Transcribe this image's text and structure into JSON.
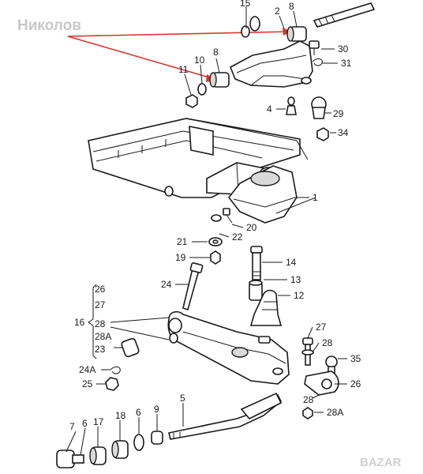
{
  "watermark": "Николов",
  "brand": "BAZAR",
  "colors": {
    "arrow": "#d6362e",
    "line": "#1a1a1a",
    "watermark": "#c8c8c8"
  },
  "labels": {
    "p15": "15",
    "p2": "2",
    "p8a": "8",
    "p30": "30",
    "p31": "31",
    "p11": "11",
    "p10": "10",
    "p8b": "8",
    "p4": "4",
    "p29": "29",
    "p34": "34",
    "p1": "1",
    "p20": "20",
    "p22": "22",
    "p21": "21",
    "p19": "19",
    "p14": "14",
    "p24": "24",
    "p13": "13",
    "p12": "12",
    "p26a": "26",
    "p27a": "27",
    "p16": "16",
    "p28a": "28",
    "p28Aa": "28A",
    "p23": "23",
    "p24A": "24A",
    "p25": "25",
    "p27b": "27",
    "p28b": "28",
    "p35": "35",
    "p28c": "28",
    "p26b": "26",
    "p28Ab": "28A",
    "p7": "7",
    "p6a": "6",
    "p17": "17",
    "p18": "18",
    "p6b": "6",
    "p9": "9",
    "p5": "5"
  }
}
